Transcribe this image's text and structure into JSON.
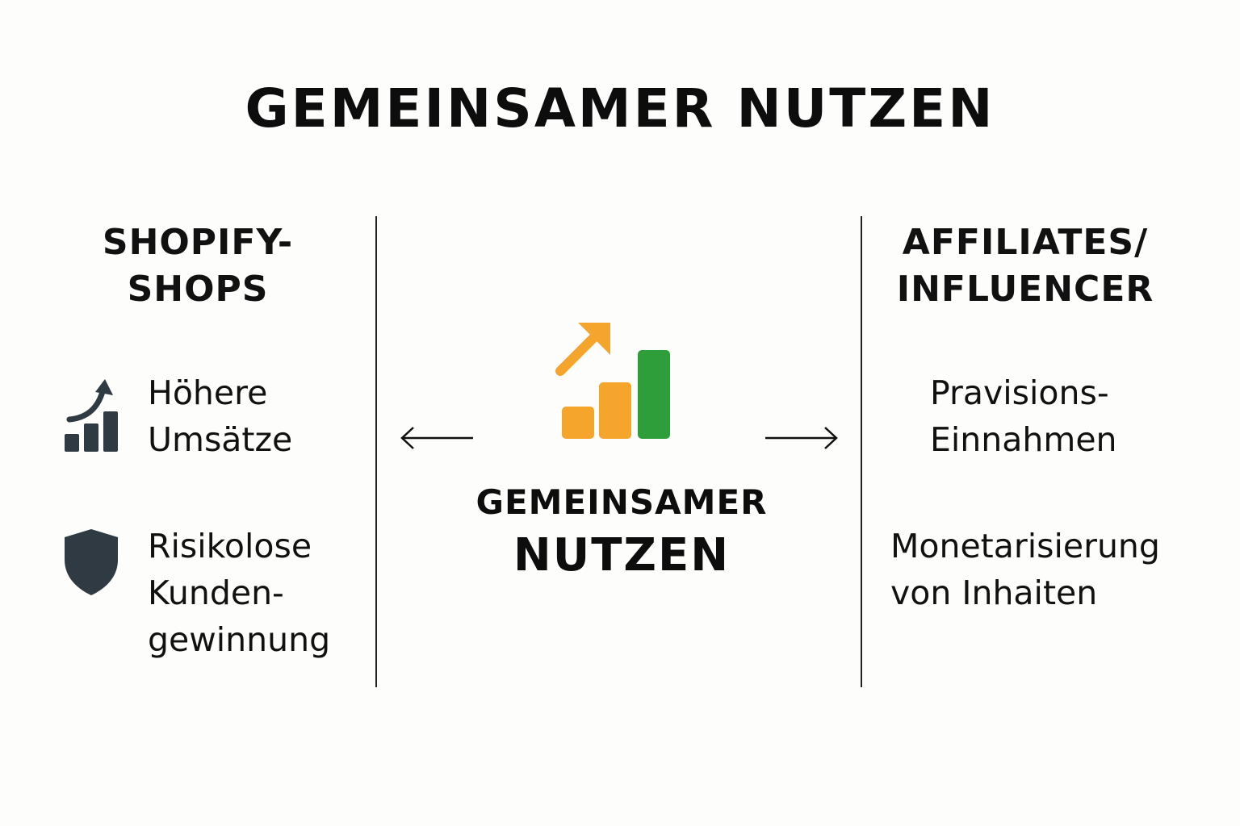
{
  "title": "GEMEINSAMER NUTZEN",
  "left": {
    "heading_line1": "SHOPIFY-",
    "heading_line2": "SHOPS",
    "items": [
      {
        "icon": "growth-chart-icon",
        "line1": "Höhere",
        "line2": "Umsätze"
      },
      {
        "icon": "shield-icon",
        "line1": "Risikolose",
        "line2": "Kunden-",
        "line3": "gewinnung"
      }
    ]
  },
  "center": {
    "icon": "rising-bar-chart-icon",
    "label_line1": "GEMEINSAMER",
    "label_line2": "NUTZEN"
  },
  "right": {
    "heading_line1": "AFFILIATES/",
    "heading_line2": "INFLUENCER",
    "items": [
      {
        "line1": "Pravisions-",
        "line2": "Einnahmen"
      },
      {
        "line1": "Monetarisierung",
        "line2": "von Inhaiten"
      }
    ]
  },
  "colors": {
    "orange": "#F5A52C",
    "green": "#2E9E3A",
    "icon_dark": "#2f3a42",
    "line": "#222222"
  }
}
